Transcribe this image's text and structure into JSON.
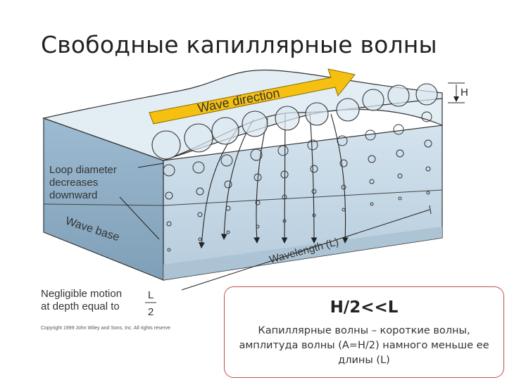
{
  "slide": {
    "title": "Свободные капиллярные волны"
  },
  "diagram": {
    "wave_direction": "Wave direction",
    "height_label": "H",
    "loop_label": [
      "Loop diameter",
      "decreases",
      "downward"
    ],
    "wave_base": "Wave base",
    "wavelength": "Wavelength (L)",
    "negligible": [
      "Negligible motion",
      "at depth equal to"
    ],
    "fraction_num": "L",
    "fraction_den": "2",
    "copyright": "Copyright 1999 John Wiley and Sons, Inc. All rights reserve"
  },
  "callout": {
    "formula": "H/2<<L",
    "text": "Капиллярные волны – короткие волны, амплитуда волны (А=H/2) намного меньше ее длины (L)"
  },
  "colors": {
    "box_front": "#c2d6e4",
    "box_side": "#8fb0c8",
    "arrow": "#f5c010",
    "callout_border": "#c0504d"
  }
}
